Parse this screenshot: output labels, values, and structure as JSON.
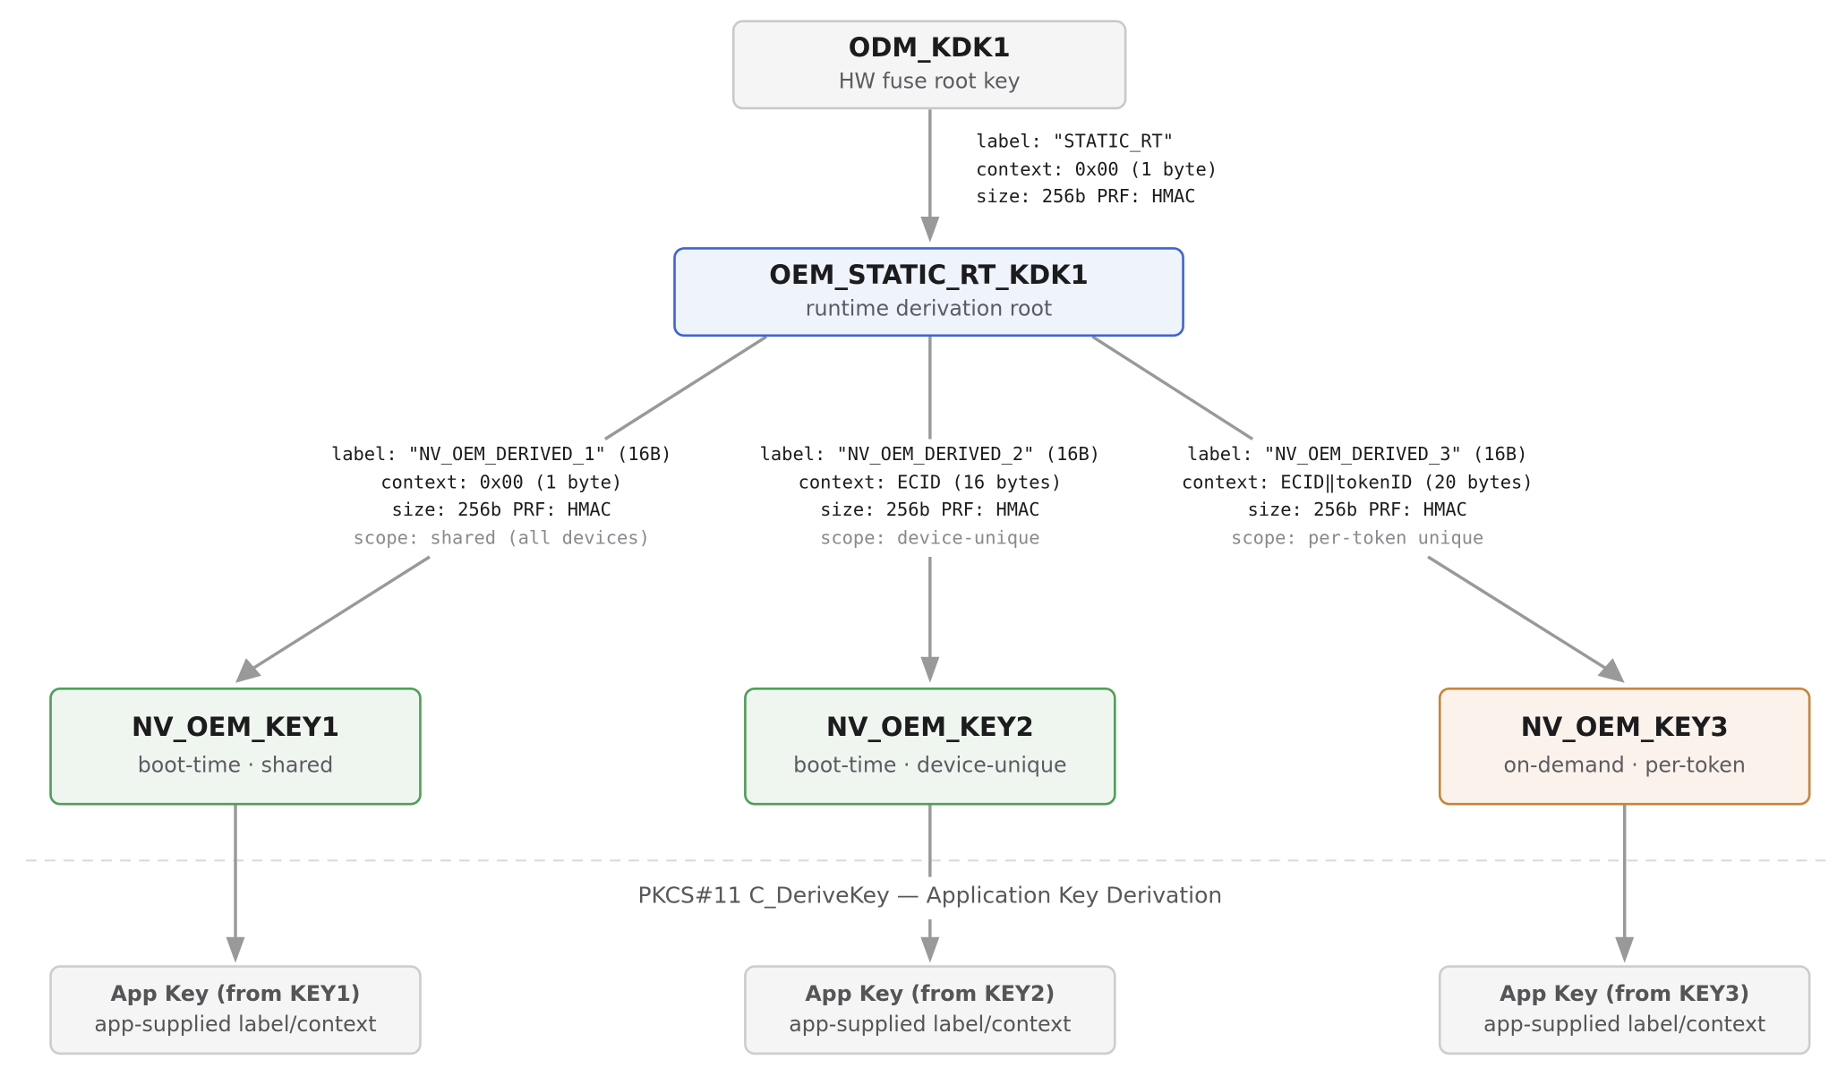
{
  "colors": {
    "connector": "#999999",
    "root_border": "#c9c9cc",
    "runtime_border": "#3f63d8",
    "shared_border": "#4f9f58",
    "on_demand_border": "#c98438",
    "divider": "#d9d9d9"
  },
  "nodes": {
    "odm_kdk1": {
      "title": "ODM_KDK1",
      "subtitle": "HW fuse root key"
    },
    "oem_static": {
      "title": "OEM_STATIC_RT_KDK1",
      "subtitle": "runtime derivation root"
    },
    "key1": {
      "title": "NV_OEM_KEY1",
      "subtitle": "boot-time · shared"
    },
    "key2": {
      "title": "NV_OEM_KEY2",
      "subtitle": "boot-time · device-unique"
    },
    "key3": {
      "title": "NV_OEM_KEY3",
      "subtitle": "on-demand · per-token"
    },
    "app1": {
      "title": "App Key (from KEY1)",
      "subtitle": "app-supplied label/context"
    },
    "app2": {
      "title": "App Key (from KEY2)",
      "subtitle": "app-supplied label/context"
    },
    "app3": {
      "title": "App Key (from KEY3)",
      "subtitle": "app-supplied label/context"
    }
  },
  "derivations": {
    "static_rt": {
      "label": "label: \"STATIC_RT\"",
      "context": "context: 0x00 (1 byte)",
      "size": "size: 256b PRF: HMAC"
    },
    "derived_1": {
      "label": "label: \"NV_OEM_DERIVED_1\" (16B)",
      "context": "context: 0x00 (1 byte)",
      "size": "size: 256b PRF: HMAC",
      "scope": "scope: shared (all devices)"
    },
    "derived_2": {
      "label": "label: \"NV_OEM_DERIVED_2\" (16B)",
      "context": "context: ECID (16 bytes)",
      "size": "size: 256b PRF: HMAC",
      "scope": "scope: device-unique"
    },
    "derived_3": {
      "label": "label: \"NV_OEM_DERIVED_3\" (16B)",
      "context": "context: ECID‖tokenID (20 bytes)",
      "size": "size: 256b PRF: HMAC",
      "scope": "scope: per-token unique"
    }
  },
  "section": {
    "application_label": "PKCS#11 C_DeriveKey — Application Key Derivation"
  }
}
